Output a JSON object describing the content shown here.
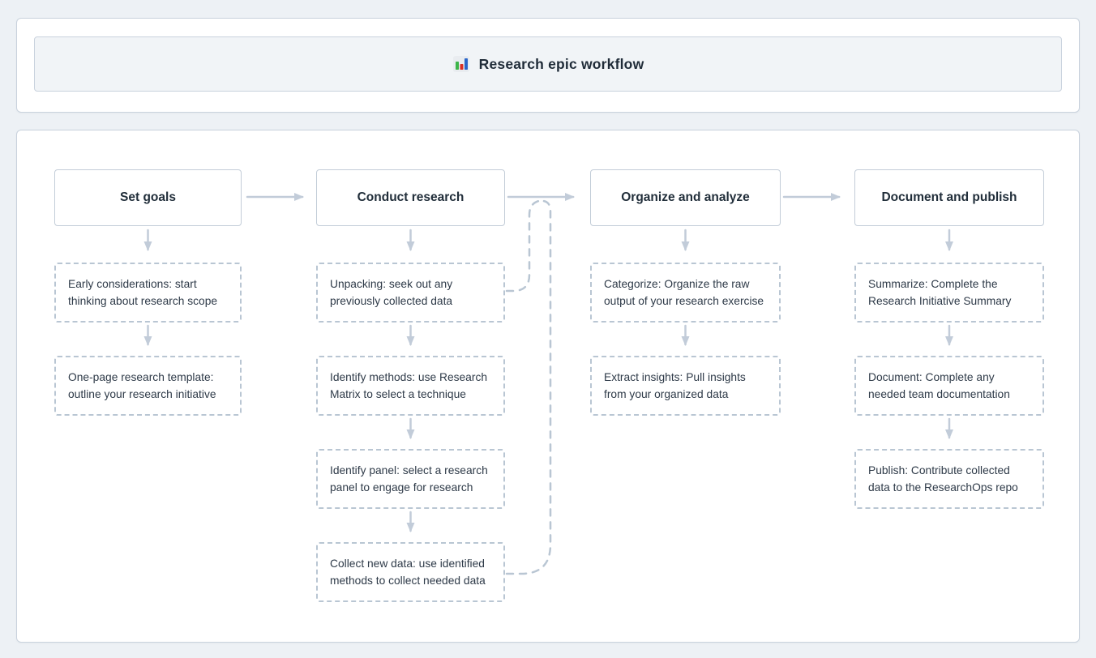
{
  "header": {
    "icon": "bar-chart-icon",
    "title": "Research epic workflow"
  },
  "flowchart": {
    "columns": [
      {
        "id": "set-goals",
        "header": "Set goals",
        "steps": [
          "Early considerations: start thinking about research scope",
          "One-page research template: outline your research initiative"
        ]
      },
      {
        "id": "conduct-research",
        "header": "Conduct research",
        "steps": [
          "Unpacking: seek out any previously collected data",
          "Identify methods: use Research Matrix to select a technique",
          "Identify panel: select a research panel to engage for research",
          "Collect new data: use identified methods to collect needed data"
        ]
      },
      {
        "id": "organize-and-analyze",
        "header": "Organize and analyze",
        "steps": [
          "Categorize: Organize the raw output of your research exercise",
          "Extract insights: Pull insights from your organized data"
        ]
      },
      {
        "id": "document-and-publish",
        "header": "Document and publish",
        "steps": [
          "Summarize: Complete the Research Initiative Summary",
          "Document: Complete any needed team documentation",
          "Publish: Contribute collected data to the ResearchOps repo"
        ]
      }
    ],
    "dashed_links": [
      {
        "from": "Unpacking: seek out any previously collected data",
        "to": "Organize and analyze"
      },
      {
        "from": "Collect new data: use identified methods to collect needed data",
        "to": "Organize and analyze"
      }
    ]
  },
  "colors": {
    "page_background": "#edf1f5",
    "panel_background": "#ffffff",
    "panel_border": "#c9d2dd",
    "title_box_background": "#f1f4f7",
    "solid_box_border": "#c3cdd8",
    "dashed_border": "#b9c6d3",
    "arrow": "#c2ccd9",
    "heading_text": "#212e3a",
    "body_text": "#2e3a48",
    "icon_green": "#3db54a",
    "icon_red": "#d93025",
    "icon_blue": "#2a66c9"
  }
}
